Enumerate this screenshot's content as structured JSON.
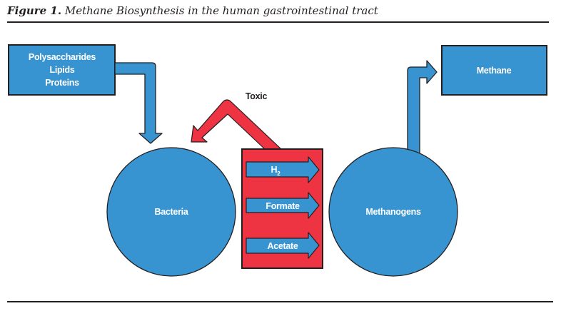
{
  "figure": {
    "caption_label": "Figure 1.",
    "caption_text": " Methane Biosynthesis in the human gastrointestinal tract"
  },
  "nodes": {
    "inputs": {
      "lines": [
        "Polysaccharides",
        "Lipids",
        "Proteins"
      ]
    },
    "methane": {
      "label": "Methane"
    },
    "bacteria": {
      "label": "Bacteria"
    },
    "methanogens": {
      "label": "Methanogens"
    },
    "intermediates": {
      "items": [
        {
          "label": "H",
          "subscript": "2"
        },
        {
          "label": "Formate",
          "subscript": ""
        },
        {
          "label": "Acetate",
          "subscript": ""
        }
      ]
    }
  },
  "edges": {
    "toxic": {
      "label": "Toxic"
    }
  },
  "colors": {
    "blue": "#3894d1",
    "red": "#ee3342",
    "outline": "#231f20"
  }
}
